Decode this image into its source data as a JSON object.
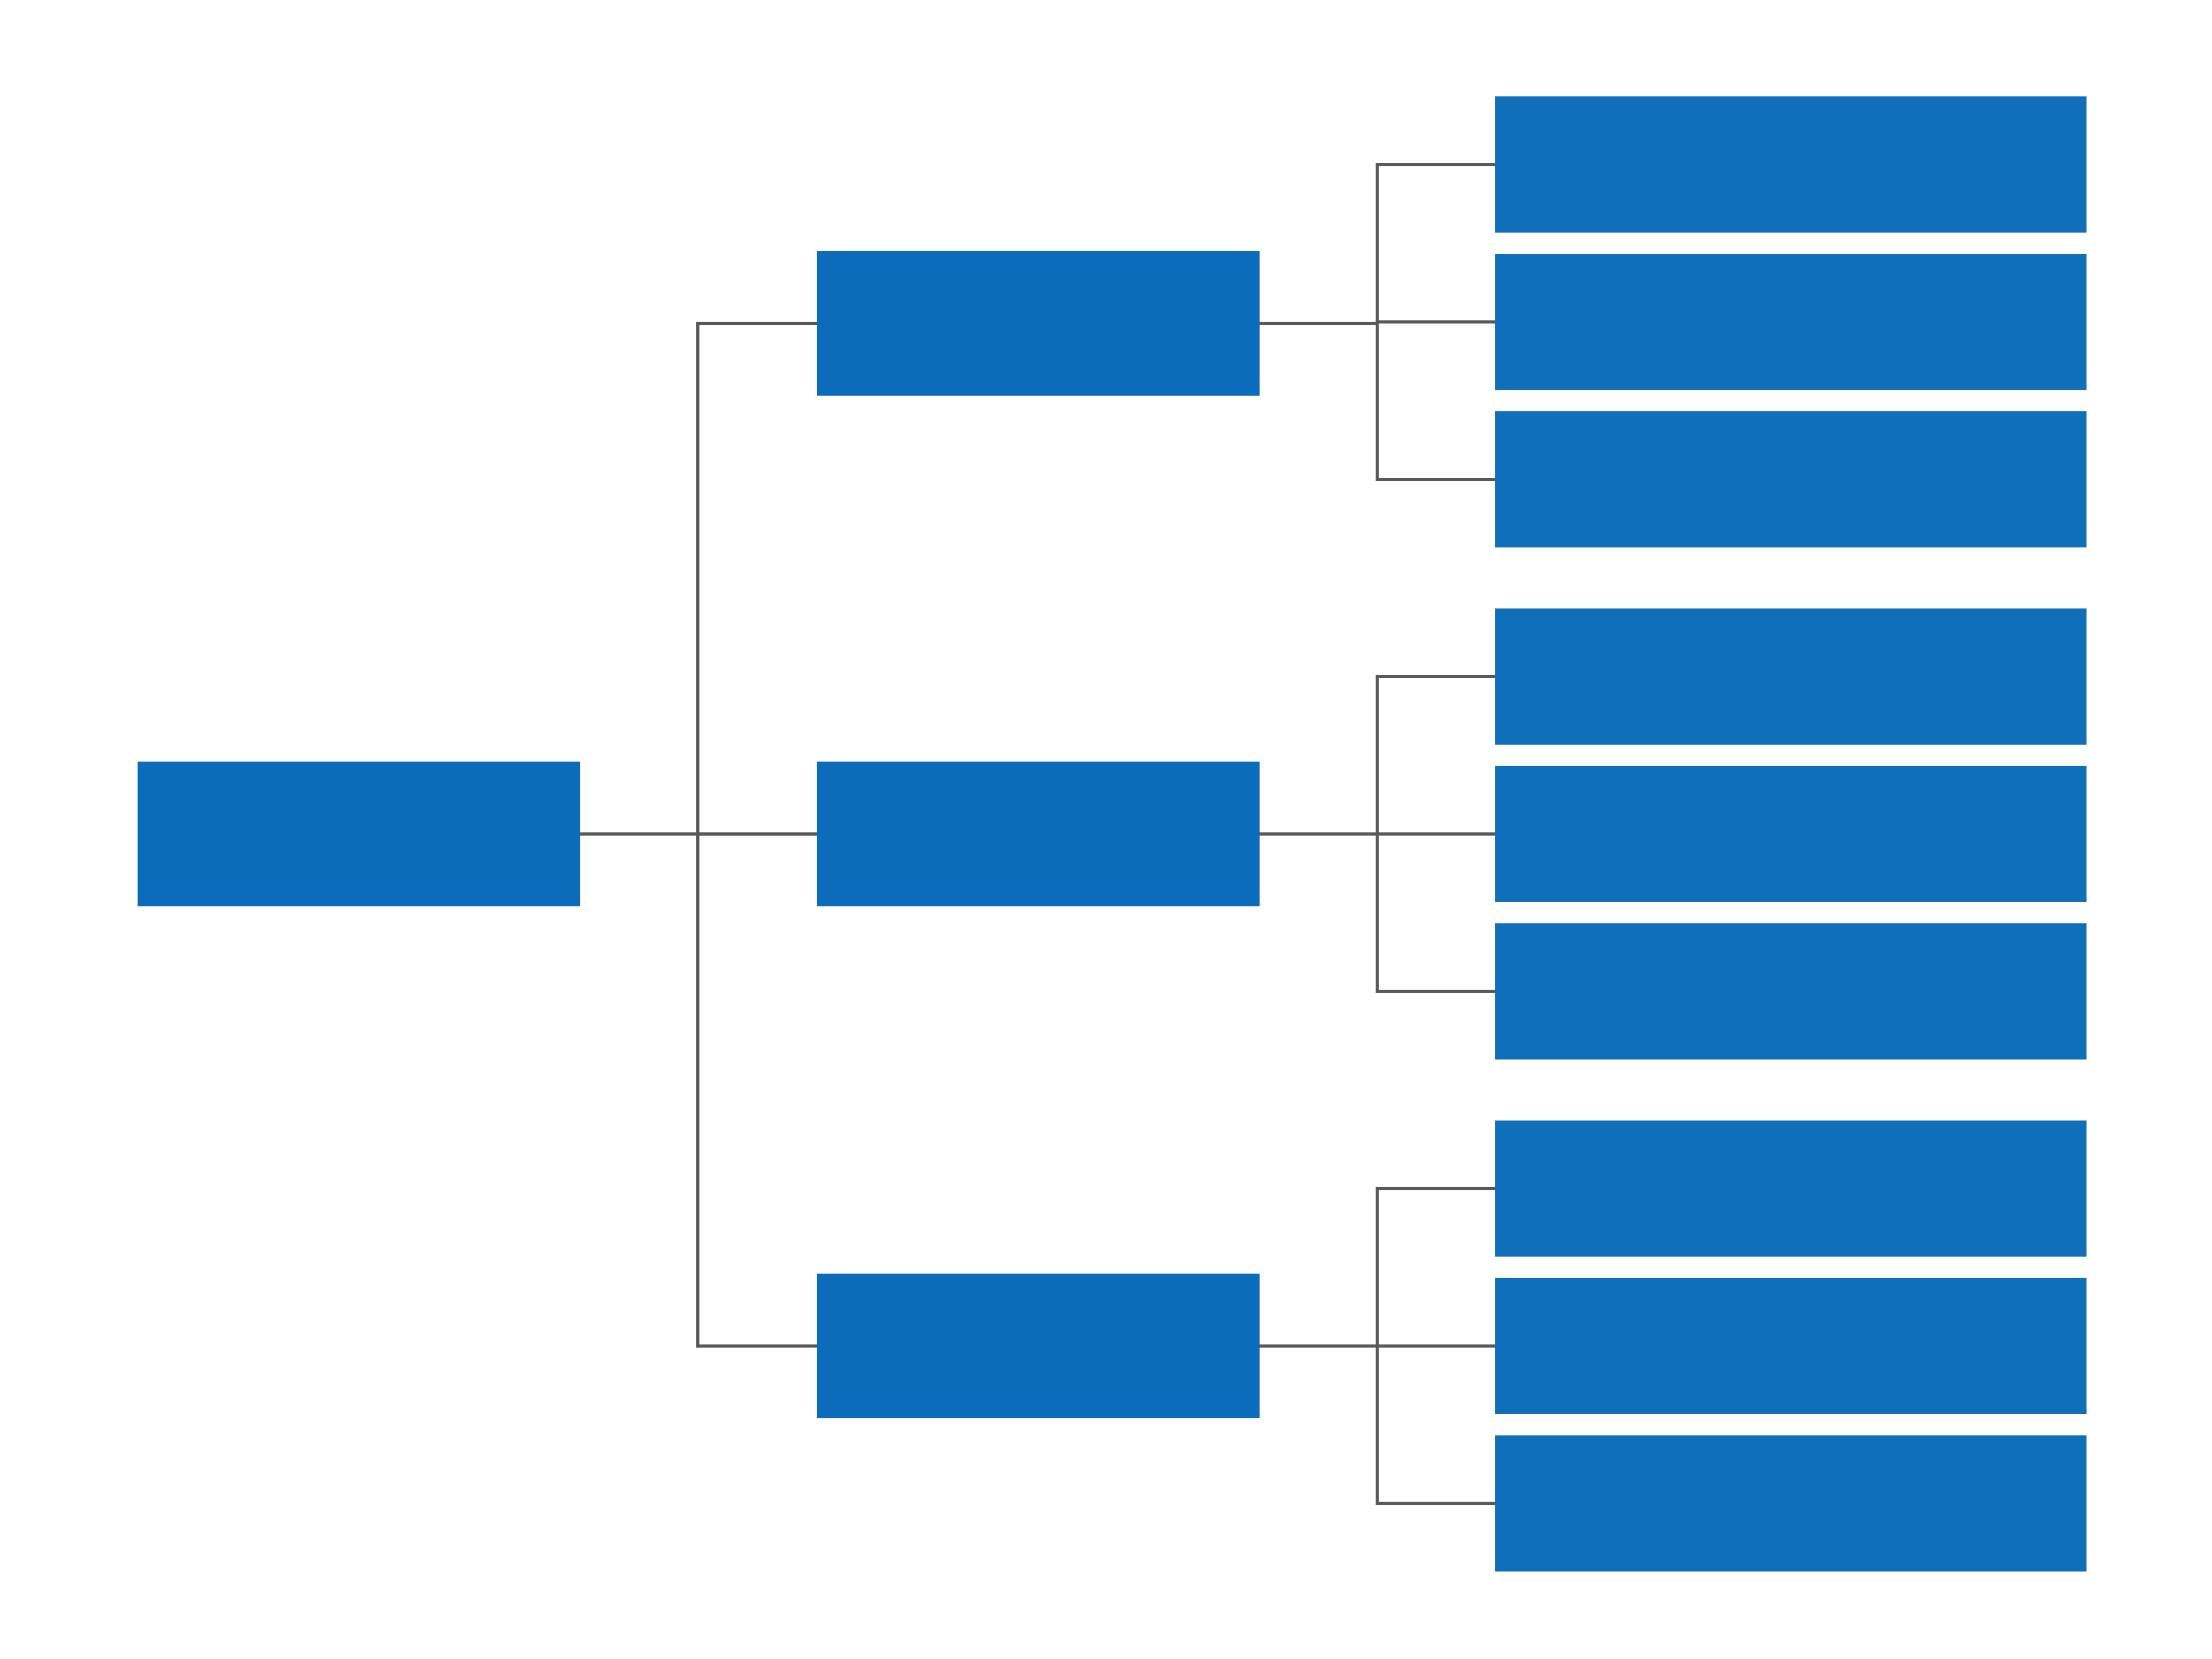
{
  "diagram": {
    "type": "tree",
    "orientation": "left-to-right",
    "colors": {
      "background": "#ffffff",
      "root_fill": "#0b6cbb",
      "branch_fill": "#0b6cbb",
      "leaf_fill": "#0f70b9",
      "connector": "#595959"
    },
    "root": {
      "id": "root",
      "label": "",
      "children": [
        {
          "id": "branch-1",
          "label": "",
          "children": [
            {
              "id": "leaf-1-1",
              "label": ""
            },
            {
              "id": "leaf-1-2",
              "label": ""
            },
            {
              "id": "leaf-1-3",
              "label": ""
            }
          ]
        },
        {
          "id": "branch-2",
          "label": "",
          "children": [
            {
              "id": "leaf-2-1",
              "label": ""
            },
            {
              "id": "leaf-2-2",
              "label": ""
            },
            {
              "id": "leaf-2-3",
              "label": ""
            }
          ]
        },
        {
          "id": "branch-3",
          "label": "",
          "children": [
            {
              "id": "leaf-3-1",
              "label": ""
            },
            {
              "id": "leaf-3-2",
              "label": ""
            },
            {
              "id": "leaf-3-3",
              "label": ""
            }
          ]
        }
      ]
    }
  }
}
